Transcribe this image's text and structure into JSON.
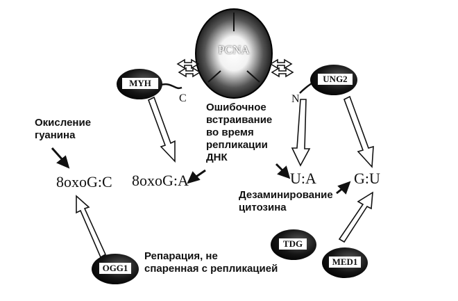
{
  "central_protein": "PCNA",
  "enzymes": {
    "myh": "MYH",
    "ung2": "UNG2",
    "ogg1": "OGG1",
    "tdg": "TDG",
    "med1": "MED1"
  },
  "termini": {
    "c": "C",
    "n": "N"
  },
  "lesions": {
    "oxog_c": "8oxoG:C",
    "oxog_a": "8oxoG:A",
    "u_a": "U:A",
    "g_u": "G:U"
  },
  "processes": {
    "guanine_oxidation": [
      "Окисление",
      "гуанина"
    ],
    "misincorporation": [
      "Ошибочное",
      "встраивание",
      "во время",
      "репликации",
      "ДНК"
    ],
    "cytosine_deamination": [
      "Дезаминирование",
      "цитозина"
    ],
    "repair_uncoupled": [
      "Репарация, не",
      "спаренная с репликацией"
    ]
  }
}
